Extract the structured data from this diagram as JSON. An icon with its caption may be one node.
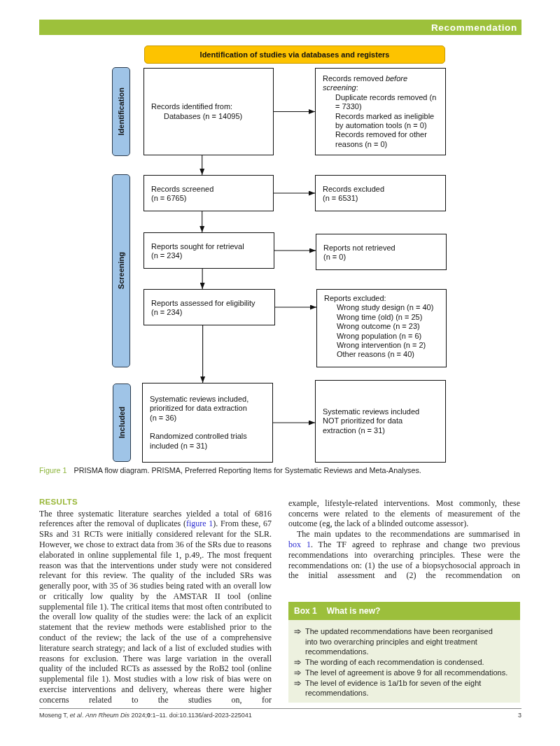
{
  "diagram": {
    "caption": "Figure 1 PRISMA flow diagram. PRISMA, Preferred Reporting Items for Systematic Reviews and Meta-Analyses.",
    "nodes": [
      {
        "text": [
          "Recommendation"
        ]
      },
      {
        "text": [
          "Identification of studies via databases and registers"
        ]
      },
      {
        "text": [
          "Identification"
        ]
      },
      {
        "text": [
          "Records identified from:",
          "Databases (n = 14095)"
        ]
      },
      {
        "text": [
          "Records removed *before screening*:",
          "Duplicate records removed (n = 7330)",
          "Records marked as ineligible by automation tools (n = 0)",
          "Records removed for other reasons (n = 0)"
        ]
      },
      {
        "text": [
          "Screening"
        ]
      },
      {
        "text": [
          "Records screened (n = 6765)"
        ]
      },
      {
        "text": [
          "Records excluded (n = 6531)"
        ]
      },
      {
        "text": [
          "Reports sought for retrieval (n = 234)"
        ]
      },
      {
        "text": [
          "Reports not retrieved (n = 0)"
        ]
      },
      {
        "text": [
          "Reports assessed for eligibility (n = 234)"
        ]
      },
      {
        "text": [
          "Reports excluded:",
          "Wrong study design (n = 40)",
          "Wrong time (old) (n = 25)",
          "Wrong outcome (n = 23)",
          "Wrong population (n = 6)",
          "Wrong intervention (n = 2)",
          "Other reasons (n = 40)"
        ]
      },
      {
        "text": [
          "Included"
        ]
      },
      {
        "text": [
          "Systematic reviews included, prioritized for data extraction (n = 36)",
          "Randomized controlled trials included (n = 31)"
        ]
      },
      {
        "text": [
          "Systematic reviews included NOT prioritized for data extraction (n = 31)"
        ]
      },
      {
        "text": [
          "Box 1",
          "What is new?",
          "The updated recommendations have been reorganised into two overarching principles and eight treatment recommendations.",
          "The wording of each recommendation is condensed.",
          "The level of agreement is above 9 for all recommendations.",
          "The level of evidence is 1a/1b for seven of the eight recommendations."
        ]
      }
    ],
    "edges": [
      {
        "from": 3,
        "to": 4,
        "arrow": "to"
      },
      {
        "from": 3,
        "to": 6,
        "arrow": "to"
      },
      {
        "from": 6,
        "to": 7,
        "arrow": "to"
      },
      {
        "from": 6,
        "to": 8,
        "arrow": "to"
      },
      {
        "from": 8,
        "to": 9,
        "arrow": "to"
      },
      {
        "from": 8,
        "to": 10,
        "arrow": "to"
      },
      {
        "from": 10,
        "to": 11,
        "arrow": "to"
      },
      {
        "from": 10,
        "to": 13,
        "arrow": "to"
      },
      {
        "from": 13,
        "to": 14,
        "arrow": "to"
      }
    ],
    "labels": [
      "RESULTS",
      "The three systematic literature searches yielded a total of 6816 references after the removal of duplicates (figure 1). From these, 67 SRs and 31 RCTs were initially considered relevant for the SLR. However, we chose to extract data from 36 of the SRs due to reasons elaborated in online supplemental file 1, p.49,. The most frequent reason was that the interventions under study were not considered relevant for this review. The quality of the included SRs was generally poor, with 35 of 36 studies being rated with an overall low or critically low quality by the AMSTAR II tool (online supplemental file 1). The critical items that most often contributed to the overall low quality of the studies were: the lack of an explicit statement that the review methods were established prior to the conduct of the review; the lack of the use of a comprehensive literature search strategy; and lack of a list of excluded studies with reasons for exclusion. There was large variation in the overall quality of the included RCTs as assessed by the RoB2 tool (online supplemental file 1). Most studies with a low risk of bias were on exercise interventions and delivery, whereas there were higher concerns related to the studies on, for",
      "example, lifestyle-related interventions. Most commonly, these concerns were related to the elements of measurement of the outcome (eg, the lack of a blinded outcome assessor).",
      "The main updates to the recommendations are summarised in box 1. The TF agreed to rephrase and change two previous recommendations into overarching principles. These were the recommendations on: (1) the use of a biopsychosocial approach in the initial assessment and (2) the recommendation on",
      "Moseng T, *et al*. *Ann Rheum Dis* 2024;**0**:1–11. doi:10.1136/ard-2023-225041",
      "3"
    ]
  }
}
